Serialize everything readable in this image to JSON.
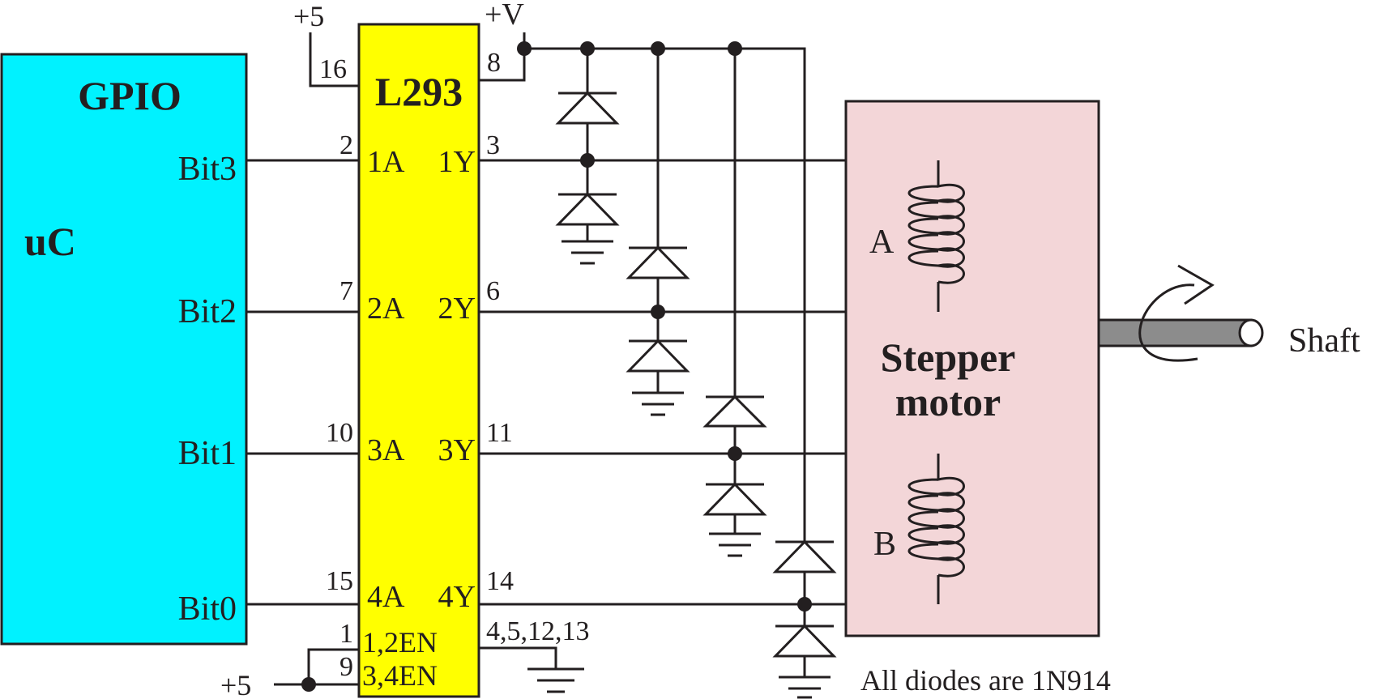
{
  "colors": {
    "ink": "#231f20",
    "microcontroller_fill": "#00f2ff",
    "driver_fill": "#ffff00",
    "motor_fill": "#f3d6d8",
    "shaft_fill": "#8c8c8c"
  },
  "supply": {
    "plus5_top": "+5",
    "plus5_bottom": "+5",
    "plus_v": "+V"
  },
  "microcontroller": {
    "port_label": "GPIO",
    "chip_label": "uC",
    "bits": [
      "Bit3",
      "Bit2",
      "Bit1",
      "Bit0"
    ]
  },
  "driver": {
    "name": "L293",
    "vcc1_pin": "16",
    "vcc2_pin": "8",
    "inputs": [
      {
        "pin": "2",
        "label": "1A"
      },
      {
        "pin": "7",
        "label": "2A"
      },
      {
        "pin": "10",
        "label": "3A"
      },
      {
        "pin": "15",
        "label": "4A"
      }
    ],
    "outputs": [
      {
        "pin": "3",
        "label": "1Y"
      },
      {
        "pin": "6",
        "label": "2Y"
      },
      {
        "pin": "11",
        "label": "3Y"
      },
      {
        "pin": "14",
        "label": "4Y"
      }
    ],
    "enables": [
      {
        "pin": "1",
        "label": "1,2EN"
      },
      {
        "pin": "9",
        "label": "3,4EN"
      }
    ],
    "ground_pins": "4,5,12,13"
  },
  "motor": {
    "title_line1": "Stepper",
    "title_line2": "motor",
    "coil_a": "A",
    "coil_b": "B",
    "shaft_label": "Shaft"
  },
  "note": "All diodes are 1N914"
}
